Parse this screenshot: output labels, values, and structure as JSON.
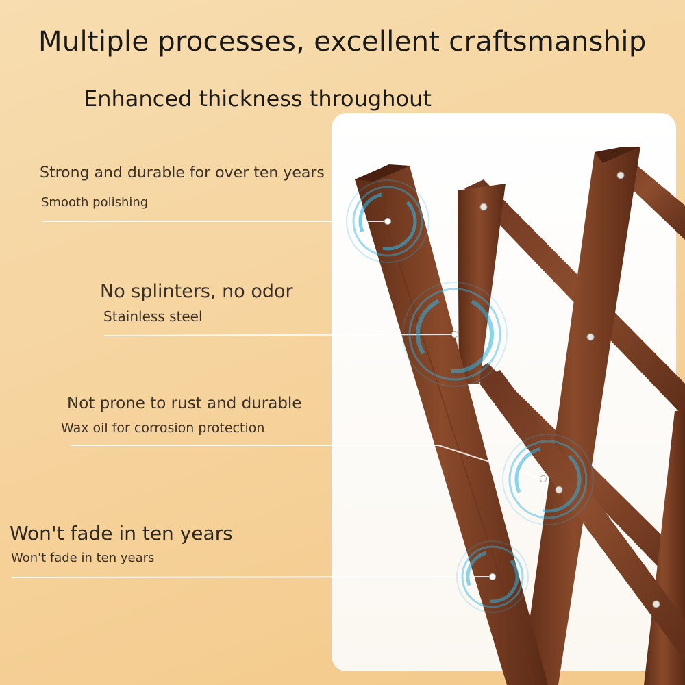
{
  "header": {
    "title": "Multiple processes, excellent craftsmanship",
    "subtitle": "Enhanced thickness throughout"
  },
  "features": [
    {
      "title": "Strong and durable for over ten years",
      "subtitle": "Smooth polishing"
    },
    {
      "title": "No splinters, no odor",
      "subtitle": "Stainless steel"
    },
    {
      "title": "Not prone to rust and durable",
      "subtitle": "Wax oil for corrosion protection"
    },
    {
      "title": "Won't fade in ten years",
      "subtitle": "Won't fade in ten years"
    }
  ],
  "colors": {
    "background": "#f6d49e",
    "wood": "#7a3f24",
    "highlight_ring": "#2bb3e6",
    "text": "#3b3027"
  }
}
